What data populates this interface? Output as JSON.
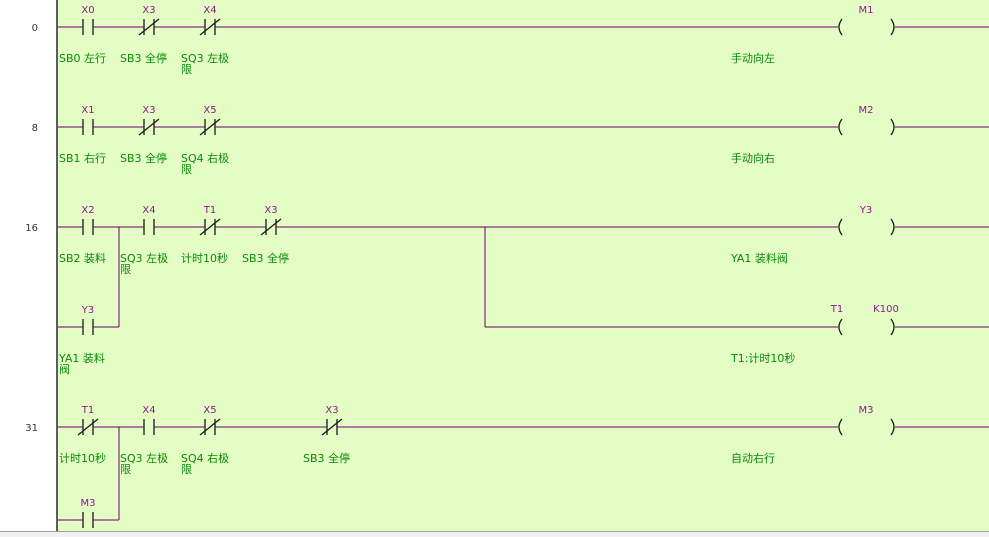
{
  "ladder": {
    "rungs": [
      {
        "step": "0",
        "contacts": [
          {
            "dev": "X0",
            "type": "NO",
            "comment": [
              "SB0 左行"
            ]
          },
          {
            "dev": "X3",
            "type": "NC",
            "comment": [
              "SB3 全停"
            ]
          },
          {
            "dev": "X4",
            "type": "NC",
            "comment": [
              "SQ3 左极",
              "限"
            ]
          }
        ],
        "coil": {
          "dev": "M1",
          "comment": [
            "手动向左"
          ]
        }
      },
      {
        "step": "8",
        "contacts": [
          {
            "dev": "X1",
            "type": "NO",
            "comment": [
              "SB1 右行"
            ]
          },
          {
            "dev": "X3",
            "type": "NC",
            "comment": [
              "SB3 全停"
            ]
          },
          {
            "dev": "X5",
            "type": "NC",
            "comment": [
              "SQ4 右极",
              "限"
            ]
          }
        ],
        "coil": {
          "dev": "M2",
          "comment": [
            "手动向右"
          ]
        }
      },
      {
        "step": "16",
        "contacts": [
          {
            "dev": "X2",
            "type": "NO",
            "comment": [
              "SB2 装料"
            ]
          },
          {
            "dev": "X4",
            "type": "NO",
            "comment": [
              "SQ3 左极",
              "限"
            ]
          },
          {
            "dev": "T1",
            "type": "NC",
            "comment": [
              "计时10秒"
            ]
          },
          {
            "dev": "X3",
            "type": "NC",
            "comment": [
              "SB3 全停"
            ]
          }
        ],
        "branch_contact": {
          "dev": "Y3",
          "type": "NO",
          "comment": [
            "YA1 装料",
            "阀"
          ]
        },
        "coil": {
          "dev": "Y3",
          "comment": [
            "YA1 装料阀"
          ]
        },
        "coil2": {
          "dev": "T1",
          "param": "K100",
          "comment": [
            "T1:计时10秒"
          ]
        }
      },
      {
        "step": "31",
        "contacts": [
          {
            "dev": "T1",
            "type": "NC",
            "comment": [
              "计时10秒"
            ]
          },
          {
            "dev": "X4",
            "type": "NO",
            "comment": [
              "SQ3 左极",
              "限"
            ]
          },
          {
            "dev": "X5",
            "type": "NC",
            "comment": [
              "SQ4 右极",
              "限"
            ]
          },
          {
            "dev": "X3",
            "type": "NC",
            "comment": [
              "SB3 全停"
            ]
          }
        ],
        "branch_contact": {
          "dev": "M3",
          "type": "NO",
          "comment": []
        },
        "coil": {
          "dev": "M3",
          "comment": [
            "自动右行"
          ]
        }
      }
    ]
  }
}
